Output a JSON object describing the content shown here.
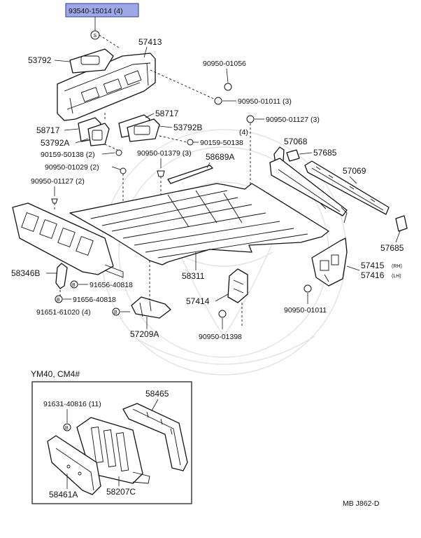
{
  "callouts": {
    "highlight_part": "93540-15014 (4)",
    "p57413": "57413",
    "p53792": "53792",
    "p90950_01056": "90950-01056",
    "p90950_01011_3": "90950-01011 (3)",
    "p58717_r": "58717",
    "p58717_l": "58717",
    "p53792B": "53792B",
    "p53792A": "53792A",
    "p90950_01127_3": "90950-01127 (3)",
    "qty4": "(4)",
    "p90159_50138_r": "90159-50138",
    "p90159_50138_2": "90159-50138 (2)",
    "p90950_01379_3": "90950-01379 (3)",
    "p57068": "57068",
    "p57685_top": "57685",
    "p58689A": "58689A",
    "p90950_01029_2": "90950-01029 (2)",
    "p57069": "57069",
    "p90950_01127_2": "90950-01127 (2)",
    "p57685_bot": "57685",
    "p58346B": "58346B",
    "p58311": "58311",
    "p57415": "57415",
    "rh": "(RH)",
    "p57416": "57416",
    "lh": "(LH)",
    "p91656_40818_a": "91656-40818",
    "p91656_40818_b": "91656-40818",
    "p57414": "57414",
    "p90950_01011": "90950-01011",
    "p91651_61020_4": "91651-61020 (4)",
    "p90950_01398": "90950-01398",
    "p57209A": "57209A",
    "symbol_b": "B",
    "symbol_s": "S"
  },
  "inset": {
    "title": "YM40, CM4#",
    "p91631_40816_11": "91631-40816 (11)",
    "p58465": "58465",
    "p58461A": "58461A",
    "p58207C": "58207C"
  },
  "footer": {
    "code": "MB  J862-D"
  },
  "colors": {
    "highlight_fill": "#9fa8e6",
    "highlight_border": "#2d3a9a",
    "line": "#111111",
    "watermark": "#e2e2e2"
  }
}
